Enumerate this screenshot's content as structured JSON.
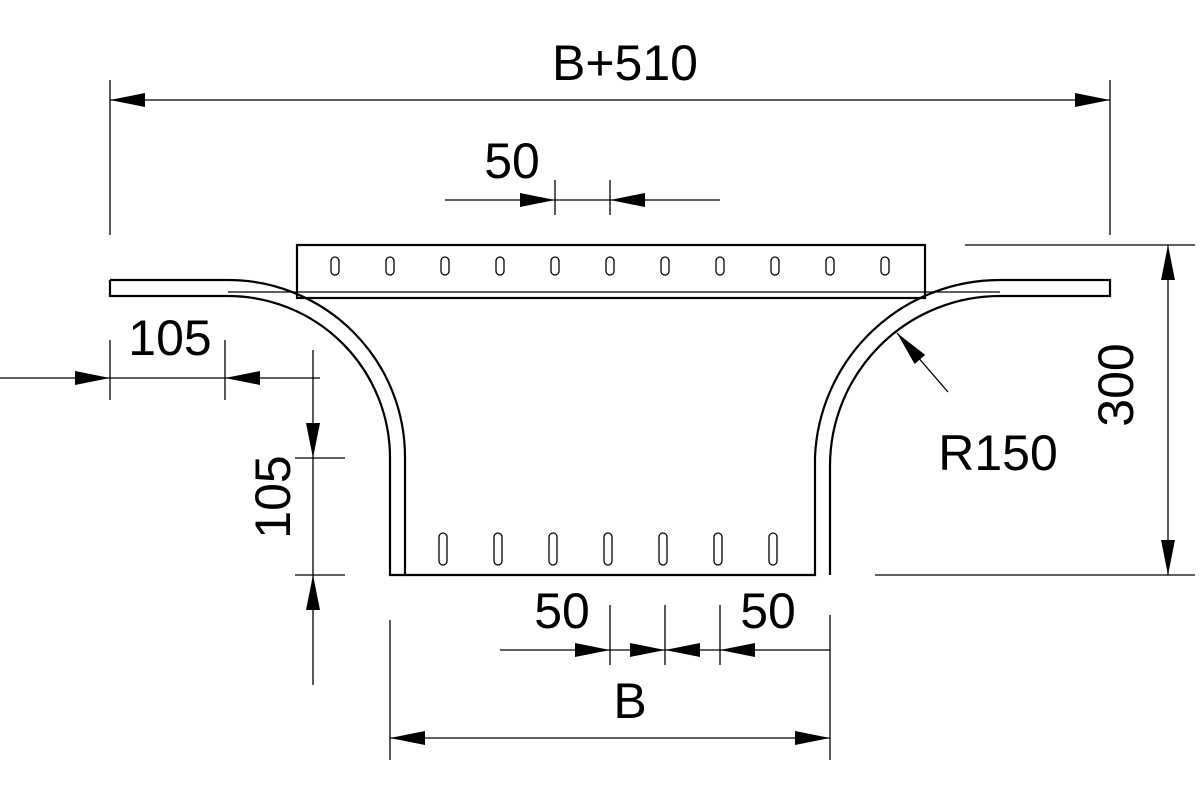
{
  "title": "Cable tray reducing tee / bend dimension drawing",
  "dimensions": {
    "overall_width": "B+510",
    "top_slot_pitch": "50",
    "flange_length": "105",
    "vertical_offset": "105",
    "height": "300",
    "radius": "R150",
    "bottom_slot_pitch_left": "50",
    "bottom_slot_pitch_right": "50",
    "inner_width": "B"
  },
  "colors": {
    "line": "#000000",
    "background": "#ffffff"
  }
}
